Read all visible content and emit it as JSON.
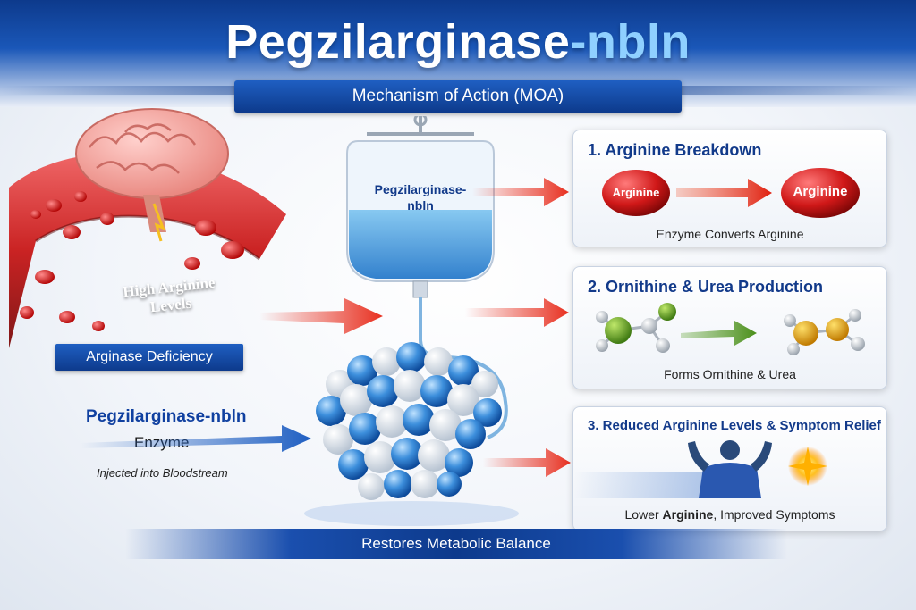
{
  "header": {
    "title_part1": "Pegzilarginase",
    "title_part2": "-nbln",
    "subtitle": "Mechanism of Action (MOA)"
  },
  "left": {
    "vessel_label_line1": "High Arginine",
    "vessel_label_line2": "Levels",
    "deficiency_label": "Arginase Deficiency",
    "drug_name": "Pegzilarginase-nbln",
    "drug_type": "Enzyme",
    "injection_note": "Injected into Bloodstream"
  },
  "center": {
    "iv_bag_label_line1": "Pegzilarginase-",
    "iv_bag_label_line2": "nbln"
  },
  "steps": [
    {
      "title": "1. Arginine Breakdown",
      "caption": "Enzyme Converts Arginine",
      "molecule_left": "Arginine",
      "molecule_right": "Arginine"
    },
    {
      "title": "2. Ornithine & Urea Production",
      "caption": "Forms Ornithine & Urea"
    },
    {
      "title": "3. Reduced Arginine Levels & Symptom Relief",
      "caption_pre": "Lower ",
      "caption_bold": "Arginine",
      "caption_post": ", Improved Symptoms"
    }
  ],
  "footer": {
    "banner": "Restores Metabolic Balance"
  },
  "colors": {
    "primary_blue": "#0d3a8c",
    "accent_blue": "#1f5fc2",
    "title_highlight": "#8fd0ff",
    "red": "#d81e1e",
    "title_text": "#123a8a"
  }
}
